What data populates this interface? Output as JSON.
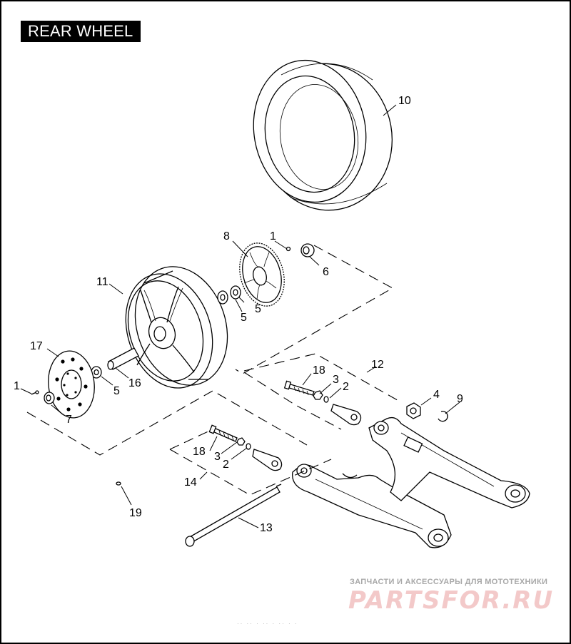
{
  "title": "REAR WHEEL",
  "callouts": [
    {
      "id": "c10",
      "text": "10"
    },
    {
      "id": "c8",
      "text": "8"
    },
    {
      "id": "c1a",
      "text": "1"
    },
    {
      "id": "c6",
      "text": "6"
    },
    {
      "id": "c11",
      "text": "11"
    },
    {
      "id": "c5a",
      "text": "5"
    },
    {
      "id": "c5b",
      "text": "5"
    },
    {
      "id": "c17",
      "text": "17"
    },
    {
      "id": "c16",
      "text": "16"
    },
    {
      "id": "c5c",
      "text": "5"
    },
    {
      "id": "c1b",
      "text": "1"
    },
    {
      "id": "c7",
      "text": "7"
    },
    {
      "id": "c12",
      "text": "12"
    },
    {
      "id": "c18a",
      "text": "18"
    },
    {
      "id": "c3a",
      "text": "3"
    },
    {
      "id": "c2a",
      "text": "2"
    },
    {
      "id": "c4",
      "text": "4"
    },
    {
      "id": "c9",
      "text": "9"
    },
    {
      "id": "c18b",
      "text": "18"
    },
    {
      "id": "c3b",
      "text": "3"
    },
    {
      "id": "c2b",
      "text": "2"
    },
    {
      "id": "c14",
      "text": "14"
    },
    {
      "id": "c19",
      "text": "19"
    },
    {
      "id": "c13",
      "text": "13"
    }
  ],
  "watermark": {
    "subtitle": "ЗАПЧАСТИ И АКСЕССУАРЫ ДЛЯ МОТОТЕХНИКИ",
    "logo": "PARTSFOR.RU"
  },
  "colors": {
    "line": "#000000",
    "background": "#ffffff",
    "watermark_logo": "#f3c9c9",
    "watermark_text": "#a8a8a8"
  }
}
